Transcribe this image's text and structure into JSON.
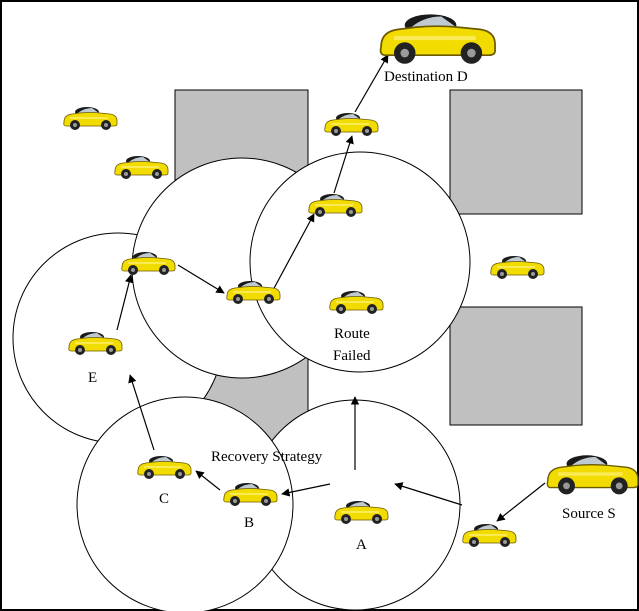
{
  "labels": {
    "destination": "Destination D",
    "route": "Route",
    "failed": "Failed",
    "recovery": "Recovery Strategy",
    "source": "Source S",
    "node_a": "A",
    "node_b": "B",
    "node_c": "C",
    "node_e": "E"
  },
  "colors": {
    "car_body": "#f2dc00",
    "building": "#c0c0c0",
    "range_circle": "#ffffff"
  },
  "icons": {
    "vehicle": "yellow-car-icon",
    "building": "building-block"
  }
}
